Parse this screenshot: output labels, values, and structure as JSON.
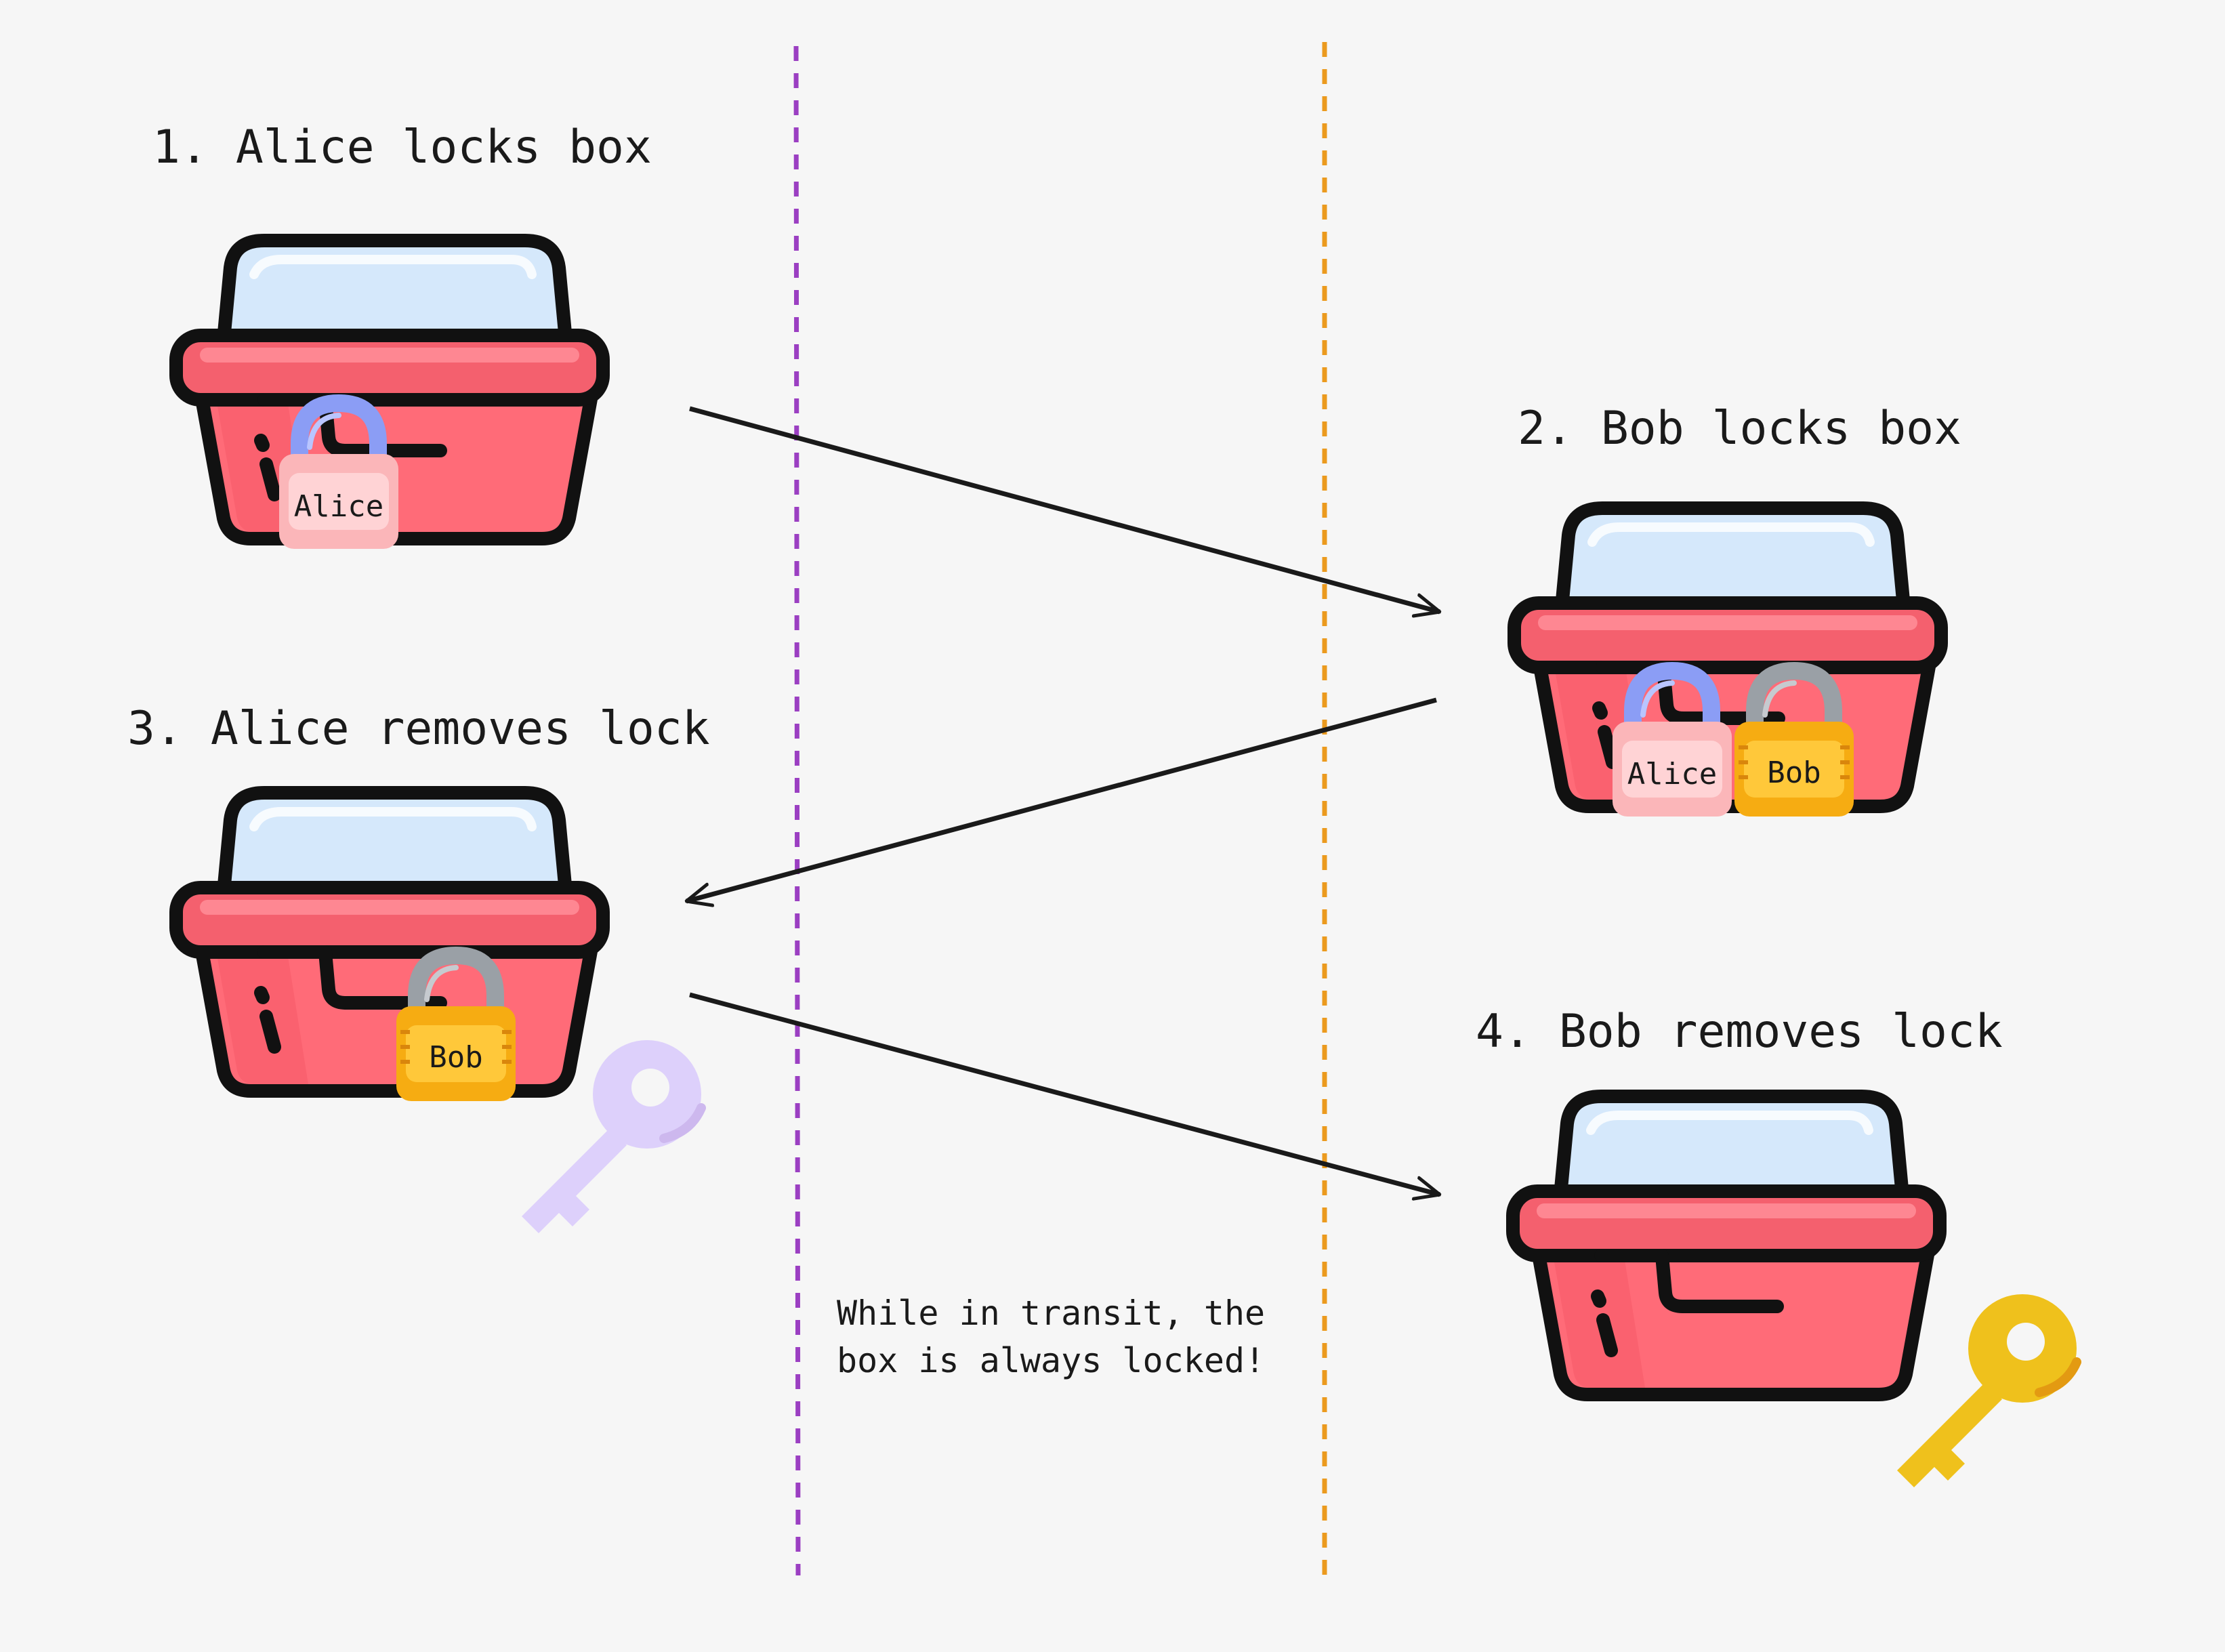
{
  "steps": [
    {
      "title": "1. Alice locks box",
      "locks": [
        "Alice"
      ]
    },
    {
      "title": "2. Bob locks box",
      "locks": [
        "Alice",
        "Bob"
      ]
    },
    {
      "title": "3. Alice removes lock",
      "locks": [
        "Bob"
      ]
    },
    {
      "title": "4. Bob removes lock",
      "locks": []
    }
  ],
  "note": {
    "line1": "While in transit, the",
    "line2": "box is always locked!"
  },
  "lock_labels": {
    "alice": "Alice",
    "bob": "Bob"
  },
  "colors": {
    "background": "#f6f6f6",
    "box_body": "#ff6b78",
    "box_rim": "#f4606e",
    "box_lid": "#d5e8fb",
    "outline": "#111111",
    "alice_divider": "#9b3fc2",
    "bob_divider": "#eb9a1e",
    "alice_lock_body": "#fbb6b9",
    "alice_lock_shackle": "#8b9df5",
    "bob_lock_body": "#f6ac12",
    "bob_lock_shackle": "#9aa0a6",
    "alice_key": "#ddd0fb",
    "bob_key": "#efc11c",
    "arrow": "#1a1a1a"
  },
  "icons": [
    "box-icon",
    "padlock-icon",
    "key-icon",
    "arrow-icon"
  ]
}
